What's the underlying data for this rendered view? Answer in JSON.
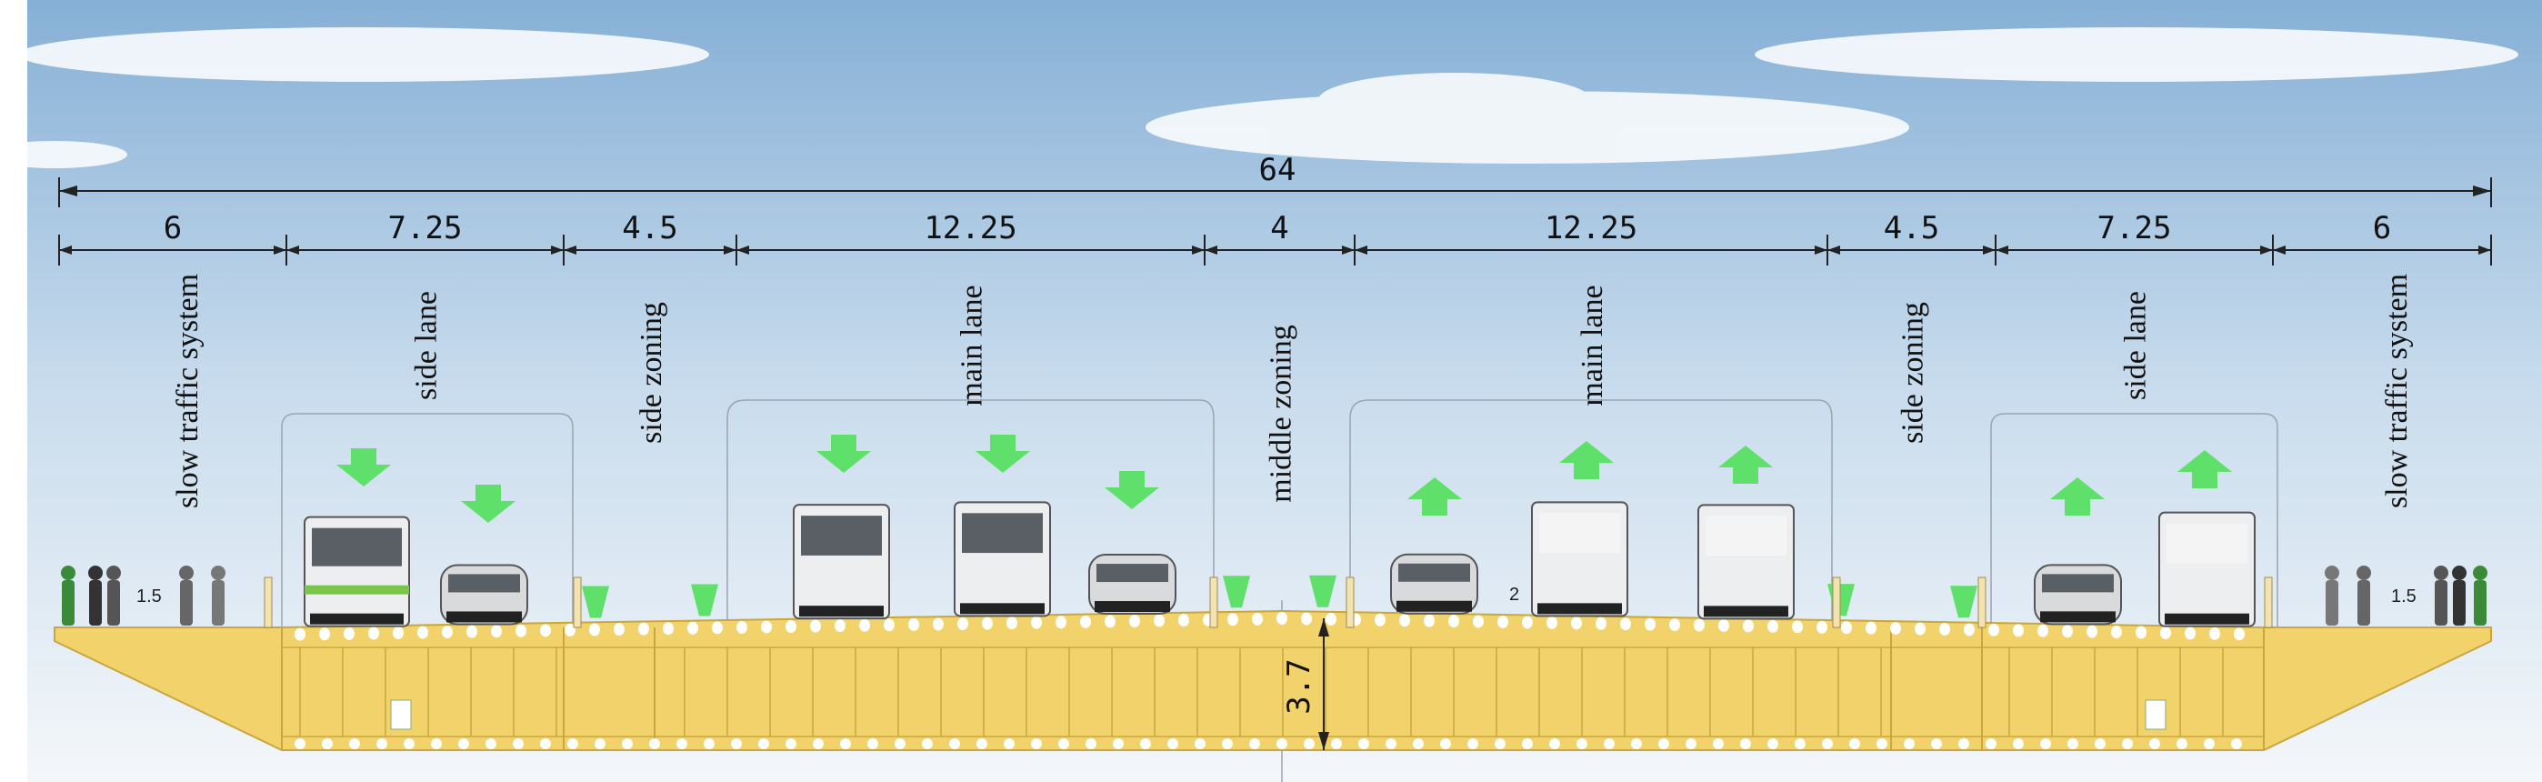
{
  "total_width": "64",
  "segments": [
    {
      "width": "6",
      "label": "slow traffic system"
    },
    {
      "width": "7.25",
      "label": "side lane"
    },
    {
      "width": "4.5",
      "label": "side zoning"
    },
    {
      "width": "12.25",
      "label": "main lane"
    },
    {
      "width": "4",
      "label": "middle zoning"
    },
    {
      "width": "12.25",
      "label": "main lane"
    },
    {
      "width": "4.5",
      "label": "side zoning"
    },
    {
      "width": "7.25",
      "label": "side lane"
    },
    {
      "width": "6",
      "label": "slow traffic system"
    }
  ],
  "deck_height": "3.7",
  "sidewalk_slope_left": "1.5",
  "sidewalk_slope_right": "1.5",
  "main_lane_slope": "2",
  "colors": {
    "deck": "#f2d36b",
    "arrow": "#5fe06a",
    "sky_top": "#8fb6d8",
    "sky_bottom": "#eef3f8"
  }
}
